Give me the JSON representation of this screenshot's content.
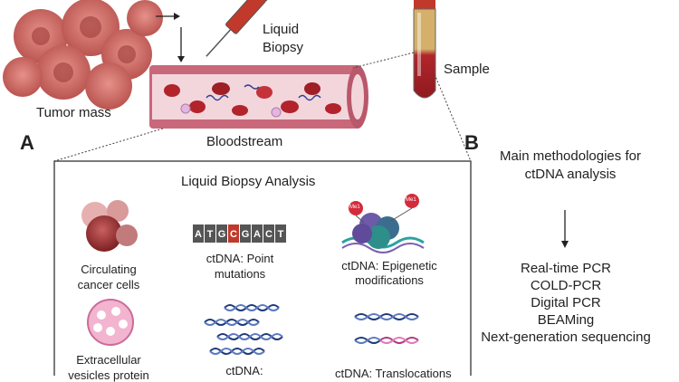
{
  "top": {
    "tumor_label": "Tumor mass",
    "liquid_biopsy_line1": "Liquid",
    "liquid_biopsy_line2": "Biopsy",
    "sample_label": "Sample",
    "bloodstream_label": "Bloodstream"
  },
  "panel_a": {
    "letter": "A",
    "title": "Liquid Biopsy Analysis",
    "ctc_line1": "Circulating",
    "ctc_line2": "cancer cells",
    "ev_line1": "Extracellular",
    "ev_line2": "vesicles protein",
    "point_line1": "ctDNA: Point",
    "point_line2": "mutations",
    "dna_bases": [
      "A",
      "T",
      "G",
      "C",
      "G",
      "A",
      "C",
      "T"
    ],
    "epi_line1": "ctDNA: Epigenetic",
    "epi_line2": "modifications",
    "me_label": "Me1",
    "cnv_label": "ctDNA:",
    "trans_label": "ctDNA: Translocations"
  },
  "panel_b": {
    "letter": "B",
    "heading_line1": "Main methodologies for",
    "heading_line2": "ctDNA analysis",
    "methods": [
      "Real-time PCR",
      "COLD-PCR",
      "Digital PCR",
      "BEAMing",
      "Next-generation sequencing"
    ]
  },
  "colors": {
    "tumor": "#c9605c",
    "blood": "#c0392b",
    "vessel": "#e6b8bd",
    "panel_border": "#333333"
  }
}
